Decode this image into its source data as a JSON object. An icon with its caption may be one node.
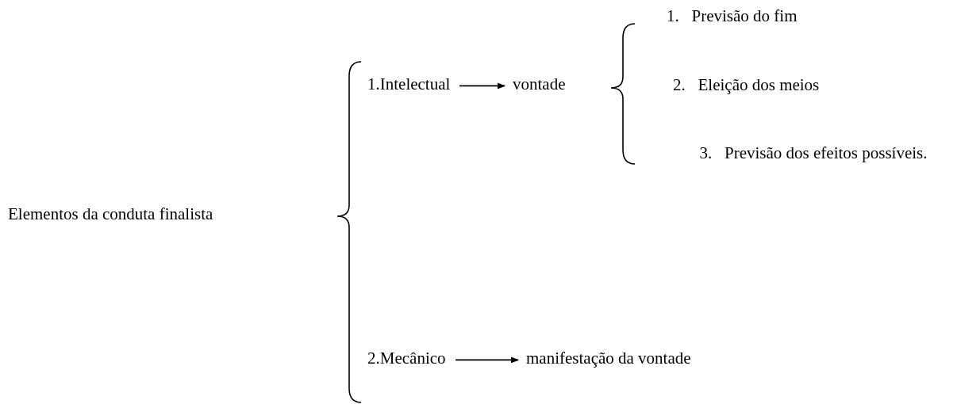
{
  "diagram": {
    "nodes": [
      {
        "text": [
          "Elementos da conduta finalista"
        ]
      },
      {
        "text": [
          "1.Intelectual"
        ]
      },
      {
        "text": [
          "vontade"
        ]
      },
      {
        "text": [
          "1.   Previsão do fim"
        ]
      },
      {
        "text": [
          "2.   Eleição dos meios"
        ]
      },
      {
        "text": [
          "3.   Previsão dos efeitos possíveis."
        ]
      },
      {
        "text": [
          "2.Mecânico"
        ]
      },
      {
        "text": [
          "manifestação da vontade"
        ]
      }
    ],
    "edges": [
      {
        "from": 1,
        "to": 2,
        "arrow": "to"
      },
      {
        "from": 6,
        "to": 7,
        "arrow": "to"
      }
    ]
  }
}
